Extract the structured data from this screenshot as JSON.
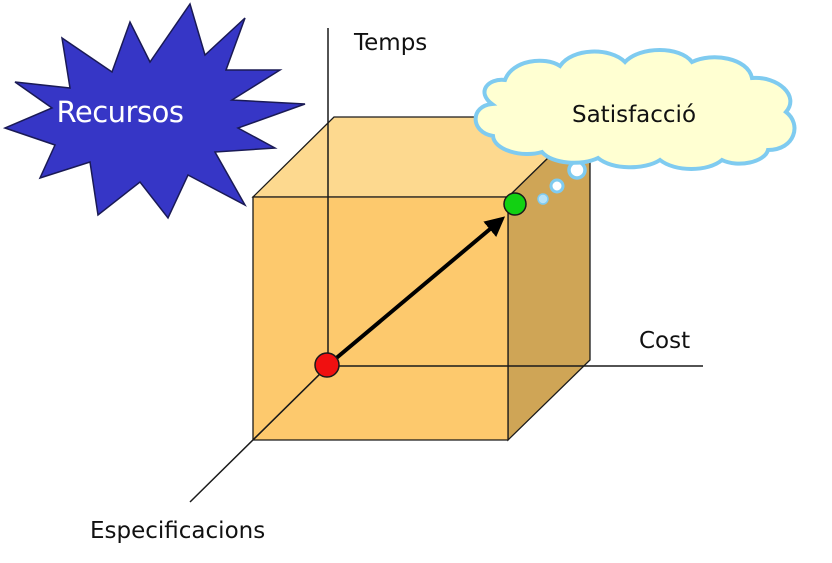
{
  "labels": {
    "time_axis": "Temps",
    "cost_axis": "Cost",
    "spec_axis": "Especificacions",
    "resources": "Recursos",
    "satisfaction": "Satisfacció"
  },
  "colors": {
    "cube_front": "#fdc96d",
    "cube_top": "#fdd98f",
    "cube_side": "#cfa556",
    "cube_edge": "#1a1a1a",
    "starburst_fill": "#3636c6",
    "starburst_stroke": "#1a1a55",
    "cloud_fill": "#ffffd2",
    "cloud_stroke": "#7fcbf0",
    "start_point": "#f01010",
    "end_point": "#12d112",
    "arrow": "#000000"
  }
}
